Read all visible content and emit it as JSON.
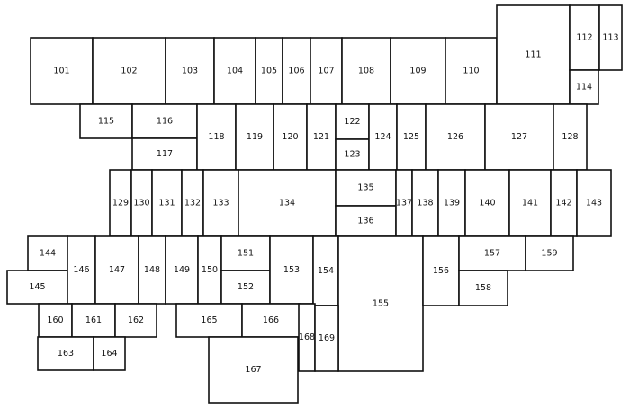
{
  "diagram": {
    "lots": [
      "101",
      "102",
      "103",
      "104",
      "105",
      "106",
      "107",
      "108",
      "109",
      "110",
      "111",
      "112",
      "113",
      "114",
      "115",
      "116",
      "117",
      "118",
      "119",
      "120",
      "121",
      "122",
      "123",
      "124",
      "125",
      "126",
      "127",
      "128",
      "129",
      "130",
      "131",
      "132",
      "133",
      "134",
      "135",
      "136",
      "137",
      "138",
      "139",
      "140",
      "141",
      "142",
      "143",
      "144",
      "145",
      "146",
      "147",
      "148",
      "149",
      "150",
      "151",
      "152",
      "153",
      "154",
      "155",
      "156",
      "157",
      "158",
      "159",
      "160",
      "161",
      "162",
      "163",
      "164",
      "165",
      "166",
      "167",
      "168",
      "169"
    ]
  }
}
